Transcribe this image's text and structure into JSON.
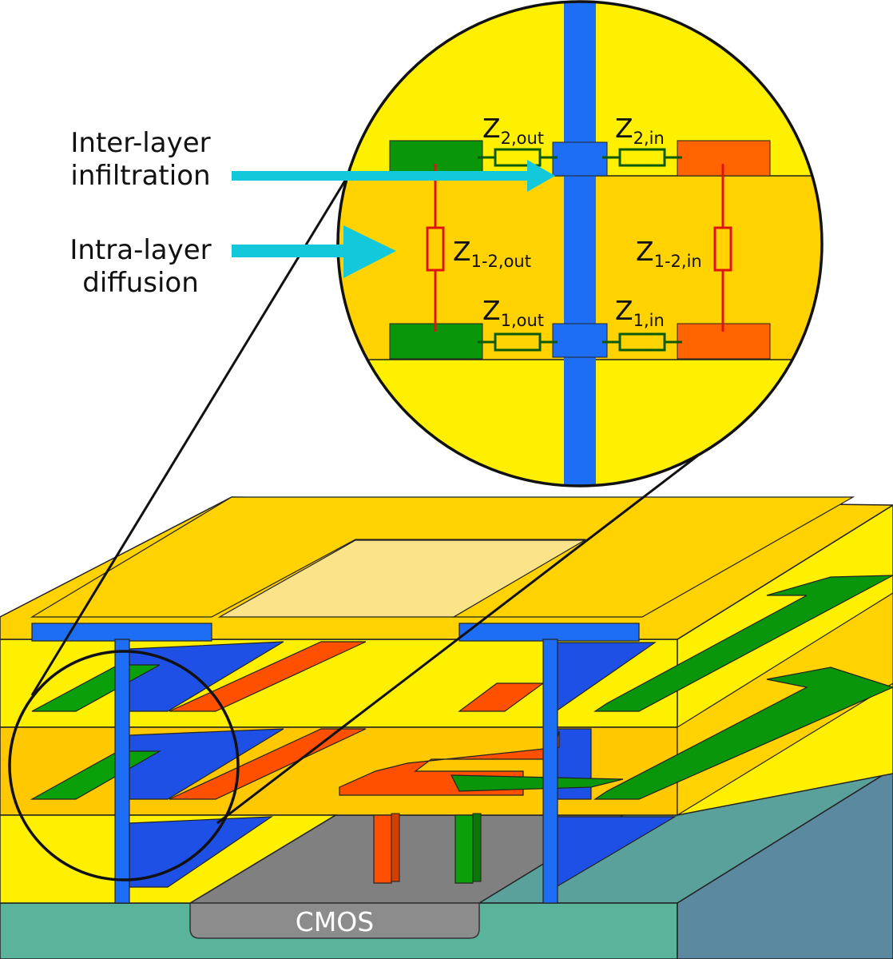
{
  "labels": {
    "inter_line1": "Inter-layer",
    "inter_line2": "infiltration",
    "intra_line1": "Intra-layer",
    "intra_line2": "diffusion",
    "cmos": "CMOS"
  },
  "impedances": {
    "z2_out": {
      "main": "Z",
      "sub": "2,out"
    },
    "z2_in": {
      "main": "Z",
      "sub": "2,in"
    },
    "z12_out": {
      "main": "Z",
      "sub": "1-2,out"
    },
    "z12_in": {
      "main": "Z",
      "sub": "1-2,in"
    },
    "z1_out": {
      "main": "Z",
      "sub": "1,out"
    },
    "z1_in": {
      "main": "Z",
      "sub": "1,in"
    }
  },
  "colors": {
    "outline": "#111111",
    "yellow": "#fff000",
    "amber": "#ffd200",
    "blue": "#1e6ef5",
    "green": "#0a960a",
    "orange": "#ff6400",
    "red": "#dc1414",
    "cyan": "#14c8dc",
    "teal": "#5aa09b",
    "cmos_gray": "#808080"
  }
}
